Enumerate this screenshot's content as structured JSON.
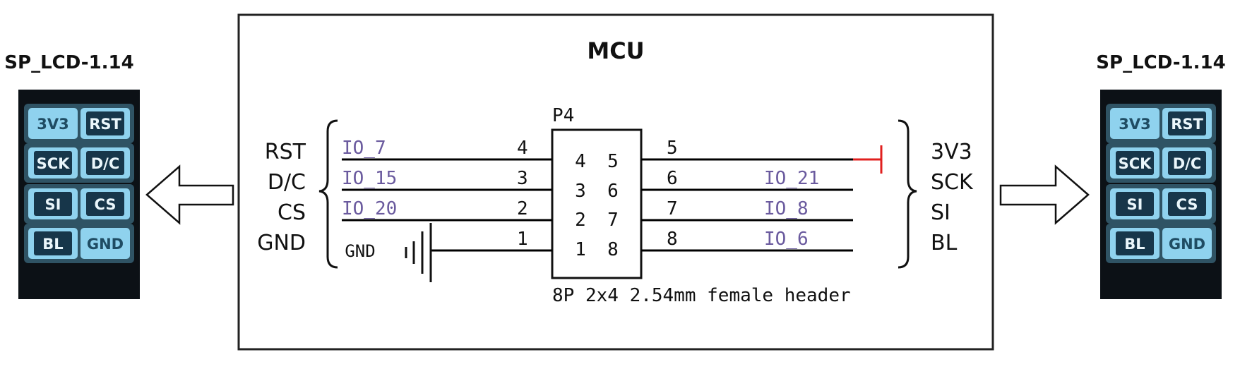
{
  "colors": {
    "wire": "#000000",
    "net_label": "#6a5a9e",
    "power_red": "#e0201f",
    "lcd_board": "#0c1116",
    "lcd_pad": "#8fd2ee",
    "lcd_pad_dark": "#17364a"
  },
  "left_module": {
    "title": "SP_LCD-1.14",
    "pads": [
      {
        "label": "3V3",
        "style": "light"
      },
      {
        "label": "RST",
        "style": "dark"
      },
      {
        "label": "SCK",
        "style": "dark"
      },
      {
        "label": "D/C",
        "style": "dark"
      },
      {
        "label": "SI",
        "style": "dark"
      },
      {
        "label": "CS",
        "style": "dark"
      },
      {
        "label": "BL",
        "style": "dark"
      },
      {
        "label": "GND",
        "style": "light"
      }
    ]
  },
  "right_module": {
    "title": "SP_LCD-1.14",
    "pads": [
      {
        "label": "3V3",
        "style": "light"
      },
      {
        "label": "RST",
        "style": "dark"
      },
      {
        "label": "SCK",
        "style": "dark"
      },
      {
        "label": "D/C",
        "style": "dark"
      },
      {
        "label": "SI",
        "style": "dark"
      },
      {
        "label": "CS",
        "style": "dark"
      },
      {
        "label": "BL",
        "style": "dark"
      },
      {
        "label": "GND",
        "style": "light"
      }
    ]
  },
  "mcu": {
    "title": "MCU",
    "connector_ref": "P4",
    "connector_desc": "8P 2x4 2.54mm female header",
    "left_signals": [
      "RST",
      "D/C",
      "CS",
      "GND"
    ],
    "right_signals": [
      "3V3",
      "SCK",
      "SI",
      "BL"
    ],
    "left_pins": [
      {
        "pin": "4",
        "net": "IO_7"
      },
      {
        "pin": "3",
        "net": "IO_15"
      },
      {
        "pin": "2",
        "net": "IO_20"
      },
      {
        "pin": "1",
        "net": "GND"
      }
    ],
    "right_pins": [
      {
        "pin": "5",
        "net": ""
      },
      {
        "pin": "6",
        "net": "IO_21"
      },
      {
        "pin": "7",
        "net": "IO_8"
      },
      {
        "pin": "8",
        "net": "IO_6"
      }
    ],
    "body_left_numbers": [
      "4",
      "3",
      "2",
      "1"
    ],
    "body_right_numbers": [
      "5",
      "6",
      "7",
      "8"
    ]
  }
}
